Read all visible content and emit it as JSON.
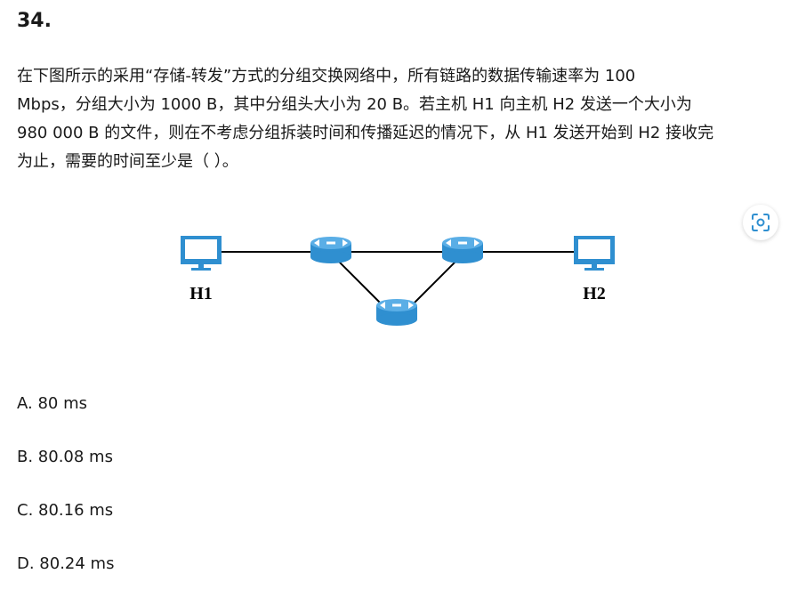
{
  "question": {
    "number": "34.",
    "lines": [
      "在下图所示的采用“存储-转发”方式的分组交换网络中，所有链路的数据传输速率为 100",
      "Mbps，分组大小为 1000 B，其中分组头大小为 20 B。若主机 H1 向主机 H2 发送一个大小为",
      "980 000 B 的文件，则在不考虑分组拆装时间和传播延迟的情况下，从 H1 发送开始到 H2 接收完",
      "为止，需要的时间至少是（ ）。"
    ]
  },
  "diagram": {
    "host_left_label": "H1",
    "host_right_label": "H2",
    "accent_color": "#2f8fd0"
  },
  "options": [
    {
      "label": "A. 80 ms"
    },
    {
      "label": "B. 80.08 ms"
    },
    {
      "label": "C. 80.16 ms"
    },
    {
      "label": "D. 80.24 ms"
    }
  ],
  "scan_button": {
    "icon": "scan-icon"
  }
}
